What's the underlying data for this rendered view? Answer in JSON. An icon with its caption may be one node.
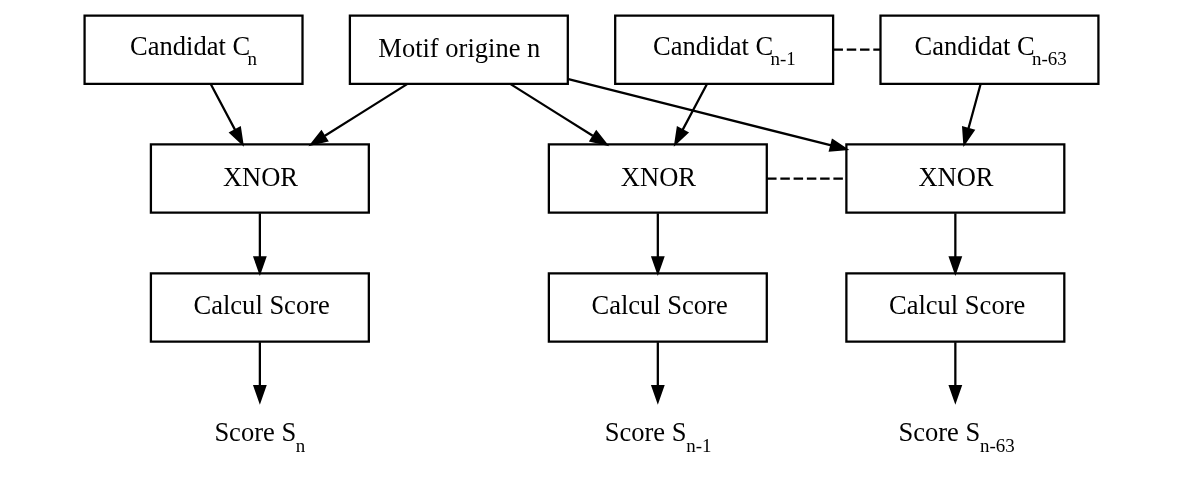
{
  "diagram": {
    "nodes": [
      {
        "text": [
          "Motif origine n"
        ]
      },
      {
        "text": [
          "Candidat C$_{n}$"
        ]
      },
      {
        "text": [
          "Candidat C$_{n-1}$"
        ]
      },
      {
        "text": [
          "Candidat C$_{n-63}$"
        ]
      },
      {
        "text": [
          "XNOR"
        ]
      },
      {
        "text": [
          "XNOR"
        ]
      },
      {
        "text": [
          "XNOR"
        ]
      },
      {
        "text": [
          "Calcul Score"
        ]
      },
      {
        "text": [
          "Calcul Score"
        ]
      },
      {
        "text": [
          "Calcul Score"
        ]
      },
      {
        "text": [
          "Score S$_{n}$"
        ]
      },
      {
        "text": [
          "Score S$_{n-1}$"
        ]
      },
      {
        "text": [
          "Score S$_{n-63}$"
        ]
      }
    ],
    "edges": [
      {
        "from": 0,
        "to": 4,
        "arrow": "to"
      },
      {
        "from": 0,
        "to": 5,
        "arrow": "to"
      },
      {
        "from": 0,
        "to": 6,
        "arrow": "to"
      },
      {
        "from": 1,
        "to": 4,
        "arrow": "to"
      },
      {
        "from": 2,
        "to": 5,
        "arrow": "to"
      },
      {
        "from": 3,
        "to": 6,
        "arrow": "to"
      },
      {
        "from": 2,
        "to": 3,
        "arrow": "none",
        "style": "dashed"
      },
      {
        "from": 5,
        "to": 6,
        "arrow": "none",
        "style": "dashed"
      },
      {
        "from": 4,
        "to": 7,
        "arrow": "to"
      },
      {
        "from": 5,
        "to": 8,
        "arrow": "to"
      },
      {
        "from": 6,
        "to": 9,
        "arrow": "to"
      },
      {
        "from": 7,
        "to": 10,
        "arrow": "to"
      },
      {
        "from": 8,
        "to": 11,
        "arrow": "to"
      },
      {
        "from": 9,
        "to": 12,
        "arrow": "to"
      }
    ]
  }
}
